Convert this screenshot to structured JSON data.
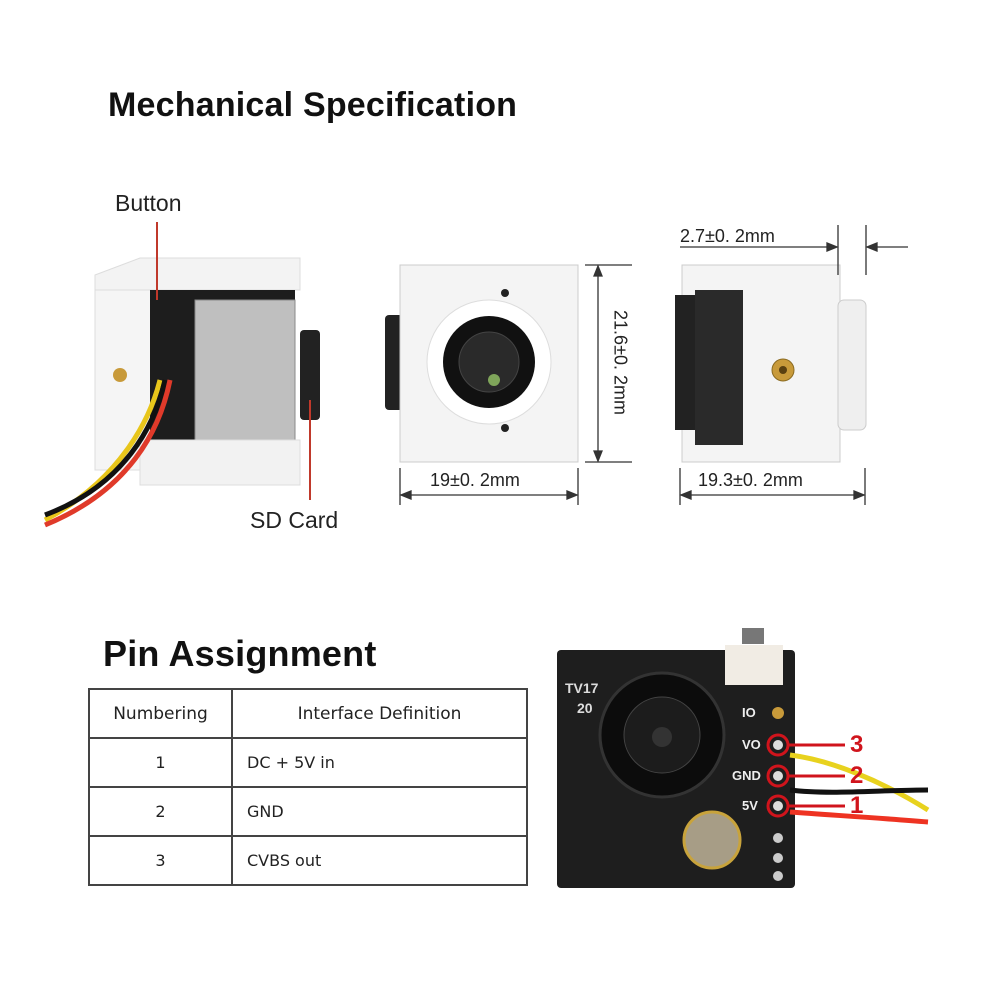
{
  "mechanical": {
    "title": "Mechanical Specification",
    "button_label": "Button",
    "sd_card_label": "SD Card",
    "front_height": "21.6±0. 2mm",
    "front_width": "19±0. 2mm",
    "side_depth": "2.7±0. 2mm",
    "side_width": "19.3±0. 2mm"
  },
  "pins": {
    "title": "Pin Assignment",
    "table": {
      "headers": [
        "Numbering",
        "Interface Definition"
      ],
      "rows": [
        {
          "num": "1",
          "def": "DC + 5V in"
        },
        {
          "num": "2",
          "def": "GND"
        },
        {
          "num": "3",
          "def": "CVBS out"
        }
      ]
    },
    "board": {
      "silk": [
        "TV17",
        "20",
        "IO",
        "VO",
        "GND",
        "5V"
      ],
      "callouts": [
        "3",
        "2",
        "1"
      ],
      "callout_color": "#d0141c"
    }
  }
}
